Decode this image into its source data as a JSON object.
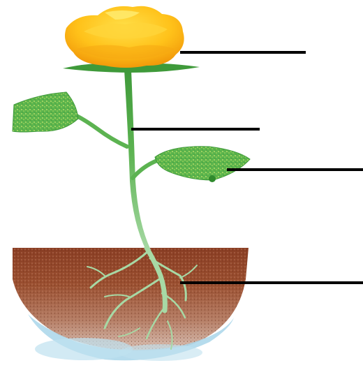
{
  "diagram": {
    "parts": [
      {
        "id": "flower"
      },
      {
        "id": "stem"
      },
      {
        "id": "leaf"
      },
      {
        "id": "roots"
      }
    ],
    "colors": {
      "petal_light": "#ffe04a",
      "petal_mid": "#ffc21a",
      "petal_dark": "#f29a0a",
      "sepal": "#3f9a3a",
      "stem": "#57b04a",
      "stem_light": "#9fd49a",
      "leaf": "#4fae44",
      "leaf_speckle": "#c8e86a",
      "soil_top": "#8a3e24",
      "soil_mid": "#9c5a3a",
      "soil_light": "#c99a86",
      "water": "#a9d6ea",
      "root": "#a7d9a5",
      "pointer": "#000000"
    }
  }
}
